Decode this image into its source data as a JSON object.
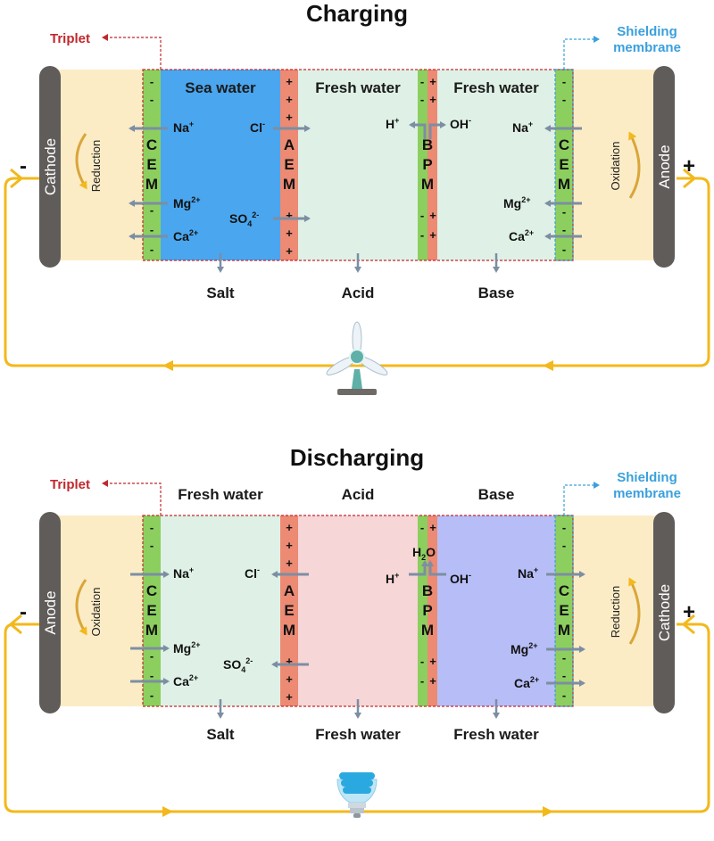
{
  "charging": {
    "title": "Charging",
    "triplet_label": "Triplet",
    "shielding_label_1": "Shielding",
    "shielding_label_2": "membrane",
    "compartments": [
      "Sea water",
      "Fresh water",
      "Fresh water"
    ],
    "outputs": [
      "Salt",
      "Acid",
      "Base"
    ],
    "left_electrode": "Cathode",
    "right_electrode": "Anode",
    "left_reaction": "Reduction",
    "right_reaction": "Oxidation",
    "left_pole": "-",
    "right_pole": "+",
    "membranes": [
      "CEM",
      "AEM",
      "BPM",
      "CEM"
    ],
    "ions": {
      "left_na": "Na",
      "left_mg": "Mg",
      "left_ca": "Ca",
      "cl": "Cl",
      "so4": "SO",
      "h": "H",
      "oh": "OH",
      "right_na": "Na",
      "right_mg": "Mg",
      "right_ca": "Ca"
    },
    "source_icon": "wind-turbine-icon"
  },
  "discharging": {
    "title": "Discharging",
    "triplet_label": "Triplet",
    "shielding_label_1": "Shielding",
    "shielding_label_2": "membrane",
    "inputs": [
      "Fresh water",
      "Acid",
      "Base"
    ],
    "outputs": [
      "Salt",
      "Fresh water",
      "Fresh water"
    ],
    "left_electrode": "Anode",
    "right_electrode": "Cathode",
    "left_reaction": "Oxidation",
    "right_reaction": "Reduction",
    "left_pole": "-",
    "right_pole": "+",
    "membranes": [
      "CEM",
      "AEM",
      "BPM",
      "CEM"
    ],
    "ions": {
      "left_na": "Na",
      "left_mg": "Mg",
      "left_ca": "Ca",
      "cl": "Cl",
      "so4": "SO",
      "h2o": "H",
      "h": "H",
      "oh": "OH",
      "right_na": "Na",
      "right_mg": "Mg",
      "right_ca": "Ca"
    },
    "load_icon": "light-bulb-icon"
  },
  "colors": {
    "electrolyte": "#fcecc6",
    "electrode": "#5f5c5a",
    "cem": "#8ccf5f",
    "aem": "#ec8a73",
    "sea_water": "#4aa6ee",
    "fresh_water": "#dff1e6",
    "acid": "#f6d6d6",
    "base": "#b7bdf6",
    "arrow": "#7c8ea3",
    "wire": "#f3b81b"
  }
}
